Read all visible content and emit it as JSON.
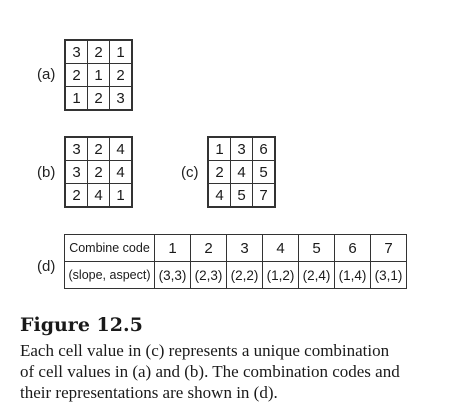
{
  "panel_a": {
    "label": "(a)",
    "rows": [
      [
        "3",
        "2",
        "1"
      ],
      [
        "2",
        "1",
        "2"
      ],
      [
        "1",
        "2",
        "3"
      ]
    ]
  },
  "panel_b": {
    "label": "(b)",
    "rows": [
      [
        "3",
        "2",
        "4"
      ],
      [
        "3",
        "2",
        "4"
      ],
      [
        "2",
        "4",
        "1"
      ]
    ]
  },
  "panel_c": {
    "label": "(c)",
    "rows": [
      [
        "1",
        "3",
        "6"
      ],
      [
        "2",
        "4",
        "5"
      ],
      [
        "4",
        "5",
        "7"
      ]
    ]
  },
  "panel_d": {
    "label": "(d)",
    "header_code": "Combine code",
    "header_pair": "(slope, aspect)",
    "codes": [
      "1",
      "2",
      "3",
      "4",
      "5",
      "6",
      "7"
    ],
    "pairs": [
      "(3,3)",
      "(2,3)",
      "(2,2)",
      "(1,2)",
      "(2,4)",
      "(1,4)",
      "(3,1)"
    ]
  },
  "figure": {
    "title": "Figure 12.5",
    "caption_lines": [
      "Each cell value in (c) represents a unique combination",
      "of cell values in (a) and (b). The combination codes and",
      "their representations are shown in (d)."
    ]
  }
}
